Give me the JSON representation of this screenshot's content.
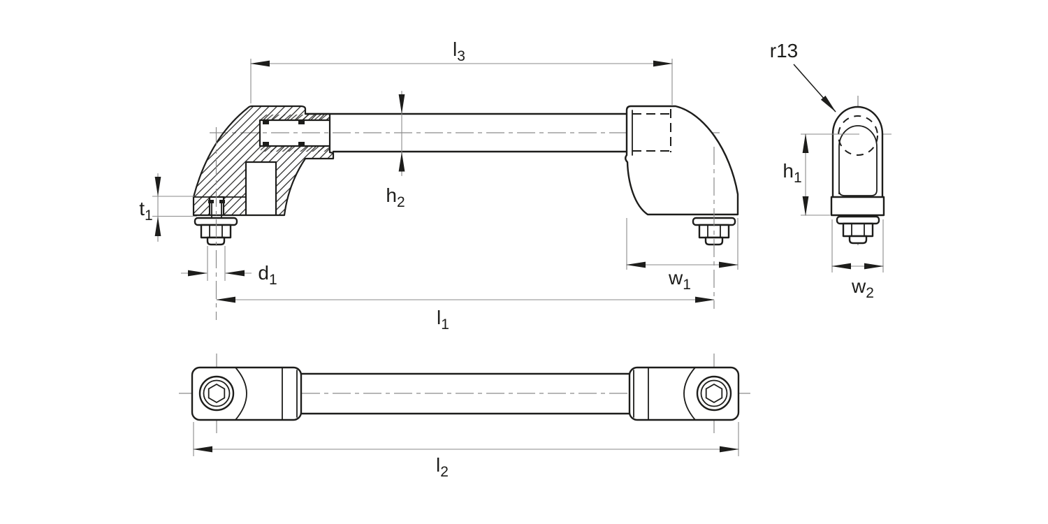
{
  "colors": {
    "background": "#ffffff",
    "line": "#1d1d1b",
    "dim": "#8a8a8a"
  },
  "labels": {
    "l3": {
      "main": "l",
      "sub": "3"
    },
    "h2": {
      "main": "h",
      "sub": "2"
    },
    "t1": {
      "main": "t",
      "sub": "1"
    },
    "d1": {
      "main": "d",
      "sub": "1"
    },
    "w1": {
      "main": "w",
      "sub": "1"
    },
    "l1": {
      "main": "l",
      "sub": "1"
    },
    "r13": {
      "main": "r13",
      "sub": ""
    },
    "h1": {
      "main": "h",
      "sub": "1"
    },
    "w2": {
      "main": "w",
      "sub": "2"
    },
    "l2": {
      "main": "l",
      "sub": "2"
    }
  }
}
